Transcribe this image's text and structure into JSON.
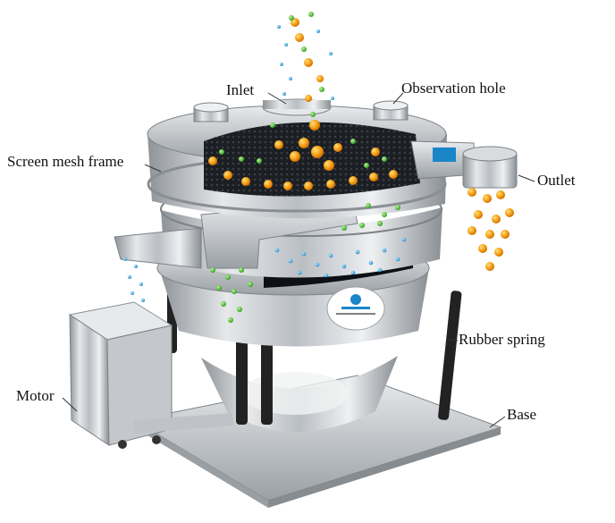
{
  "labels": {
    "inlet": "Inlet",
    "observation_hole": "Observation hole",
    "screen_mesh_frame": "Screen mesh frame",
    "outlet": "Outlet",
    "rubber_spring": "Rubber spring",
    "motor": "Motor",
    "base": "Base"
  },
  "colors": {
    "coarse_particles": "#f59a12",
    "medium_particles": "#3fbf2a",
    "fine_particles": "#2aa7e0",
    "steel": "#c8ccd0",
    "mesh_dark": "#1b1e22",
    "spring": "#222222"
  }
}
